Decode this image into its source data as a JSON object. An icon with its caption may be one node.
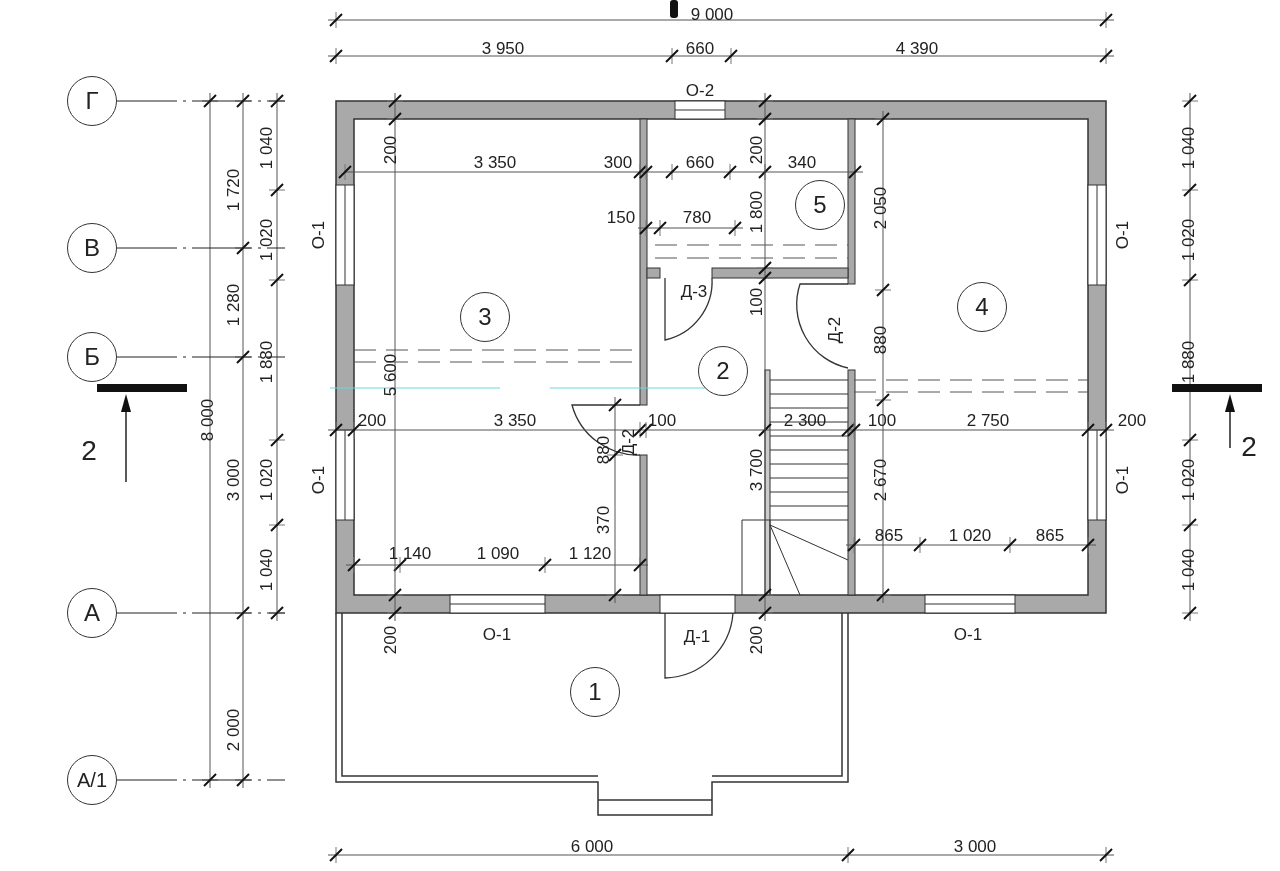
{
  "diagram": {
    "nodes": [
      {
        "text": [
          "Г"
        ]
      },
      {
        "text": [
          "5"
        ]
      },
      {
        "text": [
          "В"
        ]
      },
      {
        "text": [
          "4"
        ]
      },
      {
        "text": [
          "3"
        ]
      },
      {
        "text": [
          "Б"
        ]
      },
      {
        "text": [
          "2"
        ]
      },
      {
        "text": [
          "А"
        ]
      },
      {
        "text": [
          "1"
        ]
      },
      {
        "text": [
          "А/1"
        ]
      }
    ],
    "labels": [
      "9 000",
      "3 950",
      "660",
      "4 390",
      "О-2",
      "200",
      "3 350",
      "300",
      "660",
      "200",
      "340",
      "1 720",
      "1 040",
      "2 050",
      "1 040",
      "150",
      "780",
      "1 800",
      "О-1",
      "1 020",
      "О-1",
      "1 020",
      "Д-3",
      "100",
      "1 280",
      "Д-2",
      "880",
      "1 880",
      "5 600",
      "1 880",
      "2",
      "200",
      "3 350",
      "100",
      "2 300",
      "100",
      "2 750",
      "200",
      "2",
      "8 000",
      "880",
      "Д-2",
      "3 000",
      "1 020",
      "О-1",
      "3 700",
      "2 670",
      "О-1",
      "1 020",
      "370",
      "1 140",
      "1 090",
      "1 120",
      "865",
      "1 020",
      "865",
      "1 040",
      "1 040",
      "О-1",
      "О-1",
      "200",
      "Д-1",
      "200",
      "2 000",
      "6 000",
      "3 000"
    ]
  }
}
